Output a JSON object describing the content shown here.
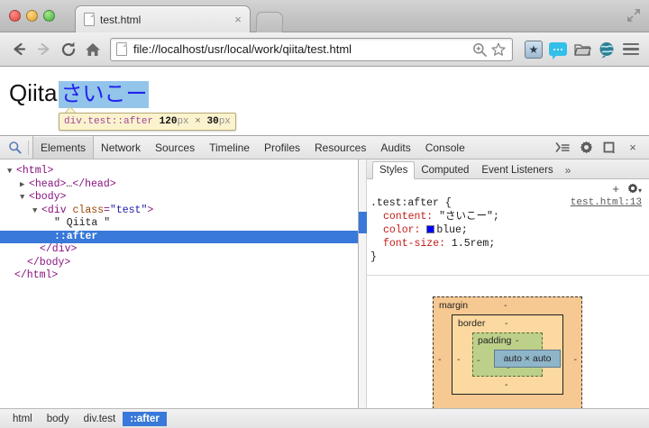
{
  "window": {
    "traffic_lights": [
      "close",
      "minimize",
      "zoom"
    ],
    "fullscreen_icon": "fullscreen-arrows-icon"
  },
  "tabs": [
    {
      "title": "test.html",
      "icon": "page-icon",
      "close": "×"
    }
  ],
  "toolbar": {
    "back": "←",
    "forward": "→",
    "reload": "↻",
    "home": "⌂",
    "url": "file://localhost/usr/local/work/qiita/test.html",
    "zoom_icon": "search-plus-icon",
    "bookmark_icon": "star-outline-icon",
    "extensions": [
      {
        "name": "bookmark-manager-icon",
        "glyph": "★"
      },
      {
        "name": "chat-bubble-icon",
        "glyph": ""
      },
      {
        "name": "folder-icon",
        "glyph": ""
      },
      {
        "name": "globe-icon",
        "glyph": ""
      }
    ],
    "menu_icon": "hamburger-menu-icon"
  },
  "page": {
    "text": "Qiita",
    "pseudo_text": "さいこー",
    "tooltip": {
      "selector": "div.test::after",
      "width": "120",
      "unit": "px",
      "times": "×",
      "height": "30"
    }
  },
  "devtools": {
    "search_icon": "search-icon",
    "panels": [
      "Elements",
      "Network",
      "Sources",
      "Timeline",
      "Profiles",
      "Resources",
      "Audits",
      "Console"
    ],
    "active_panel": "Elements",
    "right_tools": [
      {
        "name": "dock-console-icon",
        "glyph": "≻≡"
      },
      {
        "name": "settings-gear-icon",
        "glyph": "⚙"
      },
      {
        "name": "dock-position-icon",
        "glyph": "▣"
      },
      {
        "name": "close-devtools-icon",
        "glyph": "×"
      }
    ],
    "dom": [
      {
        "indent": 0,
        "twisty": "▼",
        "html": "&lt;html&gt;",
        "type": "tag",
        "selected": false
      },
      {
        "indent": 1,
        "twisty": "▶",
        "html": "&lt;head&gt;…&lt;/head&gt;",
        "type": "tag",
        "selected": false
      },
      {
        "indent": 1,
        "twisty": "▼",
        "html": "&lt;body&gt;",
        "type": "tag",
        "selected": false
      },
      {
        "indent": 2,
        "twisty": "▼",
        "html": "&lt;div class=\"test\"&gt;",
        "type": "tag-attr",
        "selected": false
      },
      {
        "indent": 3,
        "twisty": "",
        "html": "\" Qiita \"",
        "type": "text",
        "selected": false
      },
      {
        "indent": 3,
        "twisty": "",
        "html": "::after",
        "type": "pseudo",
        "selected": true
      },
      {
        "indent": 2,
        "twisty": "",
        "html": "&lt;/div&gt;",
        "type": "tag",
        "selected": false
      },
      {
        "indent": 1,
        "twisty": "",
        "html": "&lt;/body&gt;",
        "type": "tag",
        "selected": false
      },
      {
        "indent": 0,
        "twisty": "",
        "html": "&lt;/html&gt;",
        "type": "tag",
        "selected": false
      }
    ],
    "styles": {
      "tabs": [
        "Styles",
        "Computed",
        "Event Listeners"
      ],
      "active_tab": "Styles",
      "more": "»",
      "add_rule_icon": "plus-icon",
      "filter_gear_icon": "gear-icon",
      "selector": ".test:after {",
      "source": "test.html:13",
      "close_brace": "}",
      "declarations": [
        {
          "prop": "content:",
          "value": "\"さいこー\";",
          "swatch": null
        },
        {
          "prop": "color:",
          "value": "blue;",
          "swatch": "#0000ff"
        },
        {
          "prop": "font-size:",
          "value": "1.5rem;",
          "swatch": null
        }
      ]
    },
    "box_model": {
      "margin_label": "margin",
      "border_label": "border",
      "padding_label": "padding",
      "content_label": "auto × auto",
      "dash": "-",
      "colors": {
        "margin": "#f6c892",
        "border": "#fcd9a0",
        "padding": "#bdd08a",
        "content": "#8fb5c9"
      }
    },
    "breadcrumbs": [
      {
        "label": "html",
        "active": false
      },
      {
        "label": "body",
        "active": false
      },
      {
        "label": "div.test",
        "active": false
      },
      {
        "label": "::after",
        "active": true
      }
    ]
  }
}
